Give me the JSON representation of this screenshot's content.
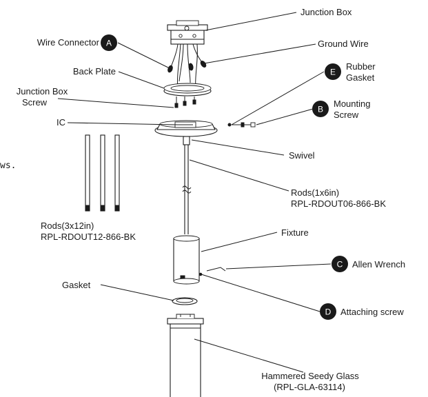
{
  "labels": {
    "junction_box": "Junction Box",
    "wire_connector": "Wire Connector",
    "ground_wire": "Ground Wire",
    "back_plate": "Back Plate",
    "rubber_gasket_1": "Rubber",
    "rubber_gasket_2": "Gasket",
    "junction_box_screw_1": "Junction Box",
    "junction_box_screw_2": "Screw",
    "mounting_screw_1": "Mounting",
    "mounting_screw_2": "Screw",
    "ic": "IC",
    "swivel": "Swivel",
    "rods_long_1": "Rods(3x12in)",
    "rods_long_2": "RPL-RDOUT12-866-BK",
    "rods_short_1": "Rods(1x6in)",
    "rods_short_2": "RPL-RDOUT06-866-BK",
    "fixture": "Fixture",
    "allen_wrench": "Allen Wrench",
    "gasket": "Gasket",
    "attaching_screw": "Attaching screw",
    "glass_1": "Hammered Seedy Glass",
    "glass_2": "(RPL-GLA-63114)",
    "clipped_text": "ws."
  },
  "badges": {
    "a": "A",
    "b": "B",
    "c": "C",
    "d": "D",
    "e": "E"
  },
  "colors": {
    "ink": "#1a1a1a",
    "background": "#ffffff"
  }
}
